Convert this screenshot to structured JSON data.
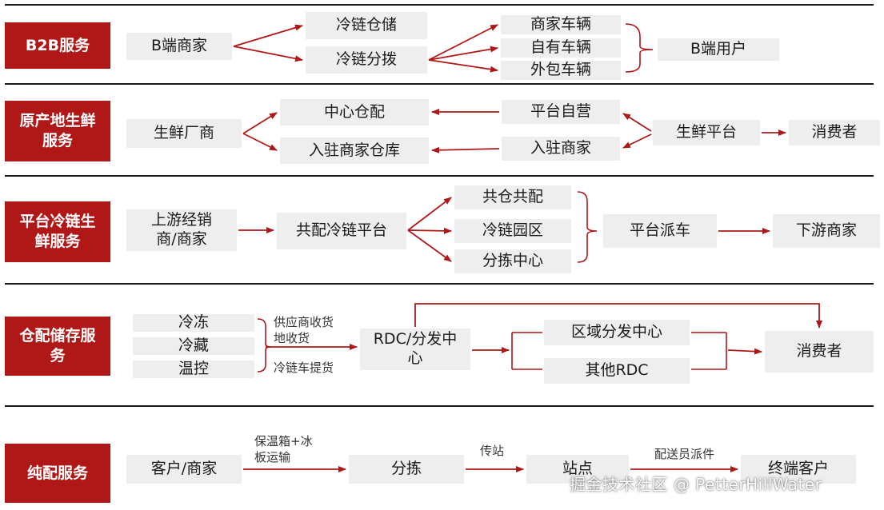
{
  "sections": {
    "b2b": {
      "category": "B2B服务",
      "b_merchant": "B端商家",
      "cold_storage": "冷链仓储",
      "cold_distribution": "冷链分拨",
      "merchant_vehicle": "商家车辆",
      "own_vehicle": "自有车辆",
      "outsourced_vehicle": "外包车辆",
      "b_user": "B端用户"
    },
    "origin": {
      "category": "原产地生鲜服务",
      "fresh_maker": "生鲜厂商",
      "central_warehouse": "中心仓配",
      "merchant_warehouse": "入驻商家仓库",
      "platform_self": "平台自营",
      "settled_merchant": "入驻商家",
      "fresh_platform": "生鲜平台",
      "consumer": "消费者"
    },
    "platform_cold": {
      "category": "平台冷链生鲜服务",
      "upstream": "上游经销商/商家",
      "shared_platform": "共配冷链平台",
      "shared_warehouse": "共仓共配",
      "cold_park": "冷链园区",
      "sorting_center": "分拣中心",
      "platform_dispatch": "平台派车",
      "downstream": "下游商家"
    },
    "warehouse": {
      "category": "仓配储存服务",
      "frozen": "冷冻",
      "chilled": "冷藏",
      "temp_control": "温控",
      "label_supplier": "供应商收货",
      "label_local": "地收货",
      "label_truck": "冷链车提货",
      "rdc": "RDC/分发中心",
      "regional_center": "区域分发中心",
      "other_rdc": "其他RDC",
      "consumer": "消费者"
    },
    "pure": {
      "category": "纯配服务",
      "customer": "客户/商家",
      "label_box": "保温箱+冰",
      "label_transport": "板运输",
      "sorting": "分拣",
      "label_relay": "传站",
      "station": "站点",
      "label_courier": "配送员派件",
      "end_customer": "终端客户"
    }
  },
  "watermark": "掘金技术社区 @ PetterHillWater",
  "colors": {
    "category_bg": "#b01717",
    "arrow": "#b01717",
    "box_bg": "#eeeeee"
  }
}
